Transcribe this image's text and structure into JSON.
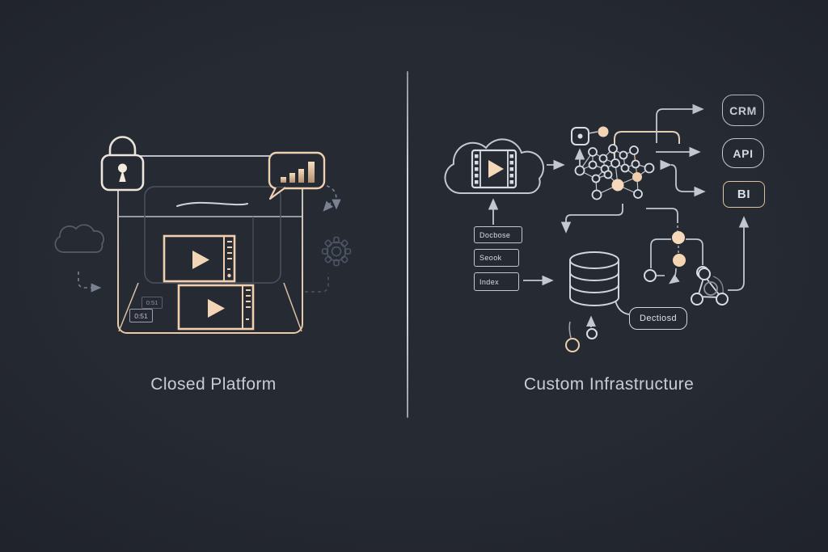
{
  "left_panel": {
    "caption": "Closed Platform",
    "timestamps": {
      "t1": "0:51",
      "t2": "0:51"
    },
    "icons": [
      "lock-icon",
      "video-player-icon",
      "bar-chart-bubble-icon",
      "cloud-icon",
      "gear-icon"
    ]
  },
  "right_panel": {
    "caption": "Custom Infrastructure",
    "pipeline_labels": [
      {
        "label": "Docbose"
      },
      {
        "label": "Seook"
      },
      {
        "label": "Index"
      }
    ],
    "database_label": "Dectiosd",
    "outputs": [
      {
        "label": "CRM"
      },
      {
        "label": "API"
      },
      {
        "label": "BI"
      }
    ],
    "icons": [
      "cloud-icon",
      "film-strip-icon",
      "neural-network-icon",
      "database-icon",
      "camera-icon",
      "branch-nodes-icon"
    ]
  },
  "colors": {
    "background": "#262a33",
    "line_light": "#c2c7d1",
    "line_dim": "#4d5464",
    "accent_peach": "#f2d5b5",
    "accent_peach_stroke": "#eccaa6",
    "divider": "#ccd1da",
    "text": "#c7cdd7"
  }
}
